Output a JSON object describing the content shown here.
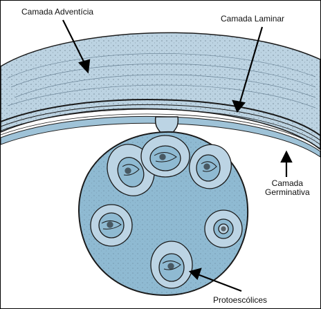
{
  "labels": {
    "adventicia": "Camada Adventícia",
    "laminar": "Camada Laminar",
    "germinativa_line1": "Camada",
    "germinativa_line2": "Germinativa",
    "protoescolices": "Protoescólices"
  },
  "colors": {
    "tissue": "#bcd3e2",
    "cyst_fill": "#8fbad2",
    "capsule_fill": "#bcd4e4",
    "outline": "#1a1a1a"
  }
}
